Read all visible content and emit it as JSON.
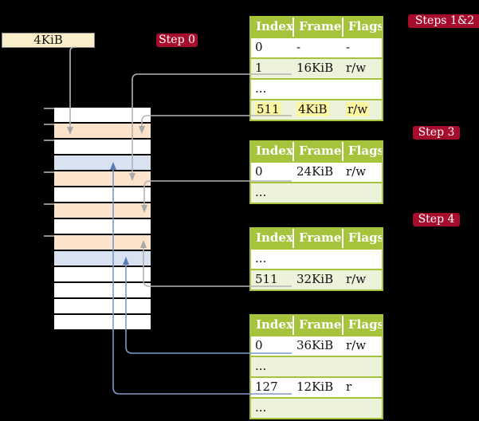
{
  "frame_box": {
    "label": "4KiB"
  },
  "step_labels": {
    "step0": "Step 0",
    "steps12": "Steps 1&2",
    "step3": "Step 3",
    "step4": "Step 4"
  },
  "tables": [
    {
      "headers": [
        "Index",
        "Frame",
        "Flags"
      ],
      "rows": [
        {
          "cells": [
            "0",
            "-",
            "-"
          ]
        },
        {
          "cells": [
            "1",
            "16KiB",
            "r/w"
          ]
        },
        {
          "cells": [
            "...",
            "",
            ""
          ]
        },
        {
          "cells": [
            "511",
            "4KiB",
            "r/w"
          ],
          "highlighted": true
        }
      ]
    },
    {
      "headers": [
        "Index",
        "Frame",
        "Flags"
      ],
      "rows": [
        {
          "cells": [
            "0",
            "24KiB",
            "r/w"
          ]
        },
        {
          "cells": [
            "...",
            "",
            ""
          ]
        }
      ]
    },
    {
      "headers": [
        "Index",
        "Frame",
        "Flags"
      ],
      "rows": [
        {
          "cells": [
            "...",
            "",
            ""
          ]
        },
        {
          "cells": [
            "511",
            "32KiB",
            "r/w"
          ]
        }
      ]
    },
    {
      "headers": [
        "Index",
        "Frame",
        "Flags"
      ],
      "rows": [
        {
          "cells": [
            "0",
            "36KiB",
            "r/w"
          ]
        },
        {
          "cells": [
            "...",
            "",
            ""
          ]
        },
        {
          "cells": [
            "127",
            "12KiB",
            "r"
          ]
        },
        {
          "cells": [
            "...",
            "",
            ""
          ]
        }
      ]
    }
  ],
  "memory": {
    "row_colors": [
      "white",
      "orange",
      "white",
      "blue",
      "orange",
      "white",
      "orange",
      "white",
      "orange",
      "blue",
      "white",
      "white",
      "white",
      "white"
    ]
  },
  "colors": {
    "background": "#000000",
    "badge_red": "#a60d2d",
    "table_green": "#a6c33c",
    "row_light_green": "#edf2db",
    "frame_orange": "#fbe3cc",
    "frame_blue": "#d9e2f1",
    "frame_box_cream": "#faeeca",
    "highlight_yellow": "#fdf7a1",
    "arrow_gray": "#b3b3b3",
    "arrow_blue": "#7d99c8"
  }
}
